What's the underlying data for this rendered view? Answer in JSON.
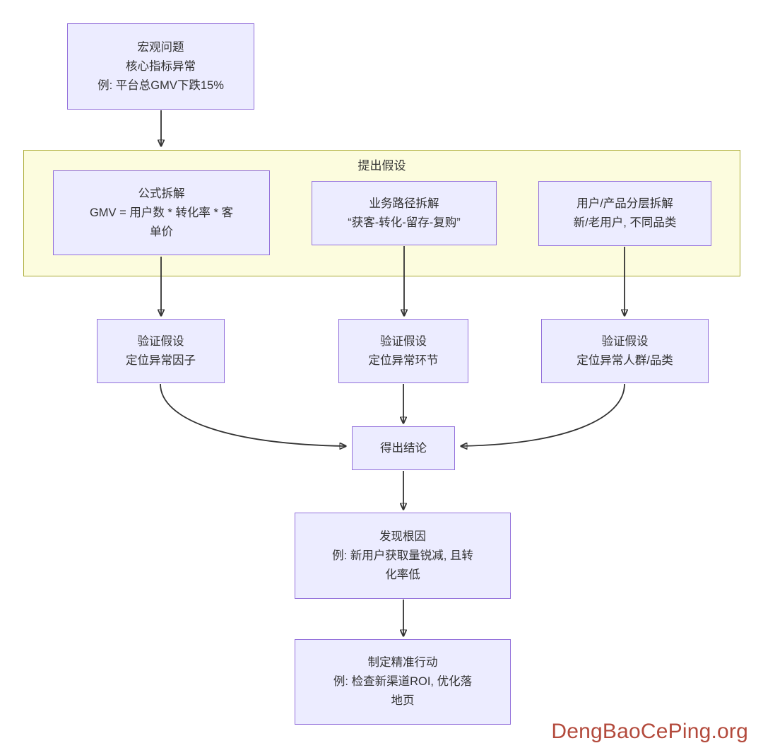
{
  "diagram": {
    "subgraph": {
      "label": "提出假设"
    },
    "nodes": {
      "macro": {
        "lines": [
          "宏观问题",
          "核心指标异常",
          "例: 平台总GMV下跌15%"
        ]
      },
      "formula": {
        "lines": [
          "公式拆解",
          "GMV = 用户数 * 转化率 * 客",
          "单价"
        ]
      },
      "path": {
        "lines": [
          "业务路径拆解",
          "“获客-转化-留存-复购”"
        ]
      },
      "segment": {
        "lines": [
          "用户/产品分层拆解",
          "新/老用户, 不同品类"
        ]
      },
      "verify_factor": {
        "lines": [
          "验证假设",
          "定位异常因子"
        ]
      },
      "verify_stage": {
        "lines": [
          "验证假设",
          "定位异常环节"
        ]
      },
      "verify_group": {
        "lines": [
          "验证假设",
          "定位异常人群/品类"
        ]
      },
      "conclusion": {
        "lines": [
          "得出结论"
        ]
      },
      "root_cause": {
        "lines": [
          "发现根因",
          "例: 新用户获取量锐减, 且转",
          "化率低"
        ]
      },
      "action": {
        "lines": [
          "制定精准行动",
          "例: 检查新渠道ROI, 优化落",
          "地页"
        ]
      }
    },
    "watermark": "DengBaoCePing.org"
  },
  "colors": {
    "node_fill": "#ECECFF",
    "node_border": "#9370DB",
    "group_fill": "#FCFCDE",
    "group_border": "#AAAA33",
    "edge": "#333333",
    "text": "#333333",
    "watermark": "#B34A3C"
  }
}
